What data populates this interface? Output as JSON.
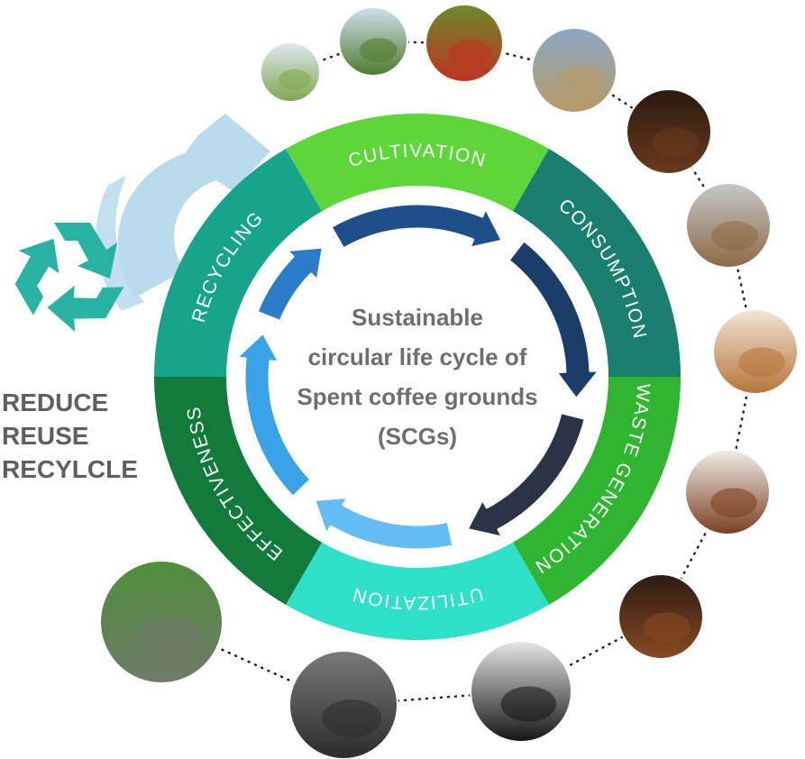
{
  "center_title_lines": [
    "Sustainable",
    "circular life cycle of",
    "Spent coffee grounds",
    "(SCGs)"
  ],
  "segments": [
    {
      "label": "CULTIVATION",
      "color": "#5ed63a"
    },
    {
      "label": "CONSUMPTION",
      "color": "#1a7f6f"
    },
    {
      "label": "WASTE GENERATION",
      "color": "#2fb52f"
    },
    {
      "label": "UTILIZATION",
      "color": "#2ee0c8"
    },
    {
      "label": "EFFECTIVENESS",
      "color": "#127a3a"
    },
    {
      "label": "RECYCLING",
      "color": "#16a58c"
    }
  ],
  "slogan_lines": [
    "REDUCE",
    "REUSE",
    "RECYLCLE"
  ],
  "colors": {
    "recycle_symbol": "#27b3a2",
    "big_arrow": "#b9d9ec",
    "text_gray": "#5f5f5f"
  },
  "photos": [
    {
      "icon": "tea-plantation-photo",
      "colors": [
        "#7ea64c",
        "#dfe9f0"
      ]
    },
    {
      "icon": "coffee-shrub-photo",
      "colors": [
        "#4f7a2a",
        "#cfe0ee"
      ]
    },
    {
      "icon": "coffee-cherries-photo",
      "colors": [
        "#c2321f",
        "#6a8a2c"
      ]
    },
    {
      "icon": "drying-beds-photo",
      "colors": [
        "#b89a62",
        "#8aa7c7"
      ]
    },
    {
      "icon": "ground-coffee-portafilter-photo",
      "colors": [
        "#6b3a1c",
        "#2a1a10"
      ]
    },
    {
      "icon": "espresso-machine-photo",
      "colors": [
        "#8c6a44",
        "#c7c7c7"
      ]
    },
    {
      "icon": "latte-art-photo",
      "colors": [
        "#b5743a",
        "#f2e6d6"
      ]
    },
    {
      "icon": "spent-coffee-puck-photo",
      "colors": [
        "#7a3e1f",
        "#f2eee9"
      ]
    },
    {
      "icon": "coffee-powder-spoon-photo",
      "colors": [
        "#8a4a22",
        "#2b1b12"
      ]
    },
    {
      "icon": "black-liquid-photo",
      "colors": [
        "#141414",
        "#e6e6e6"
      ]
    },
    {
      "icon": "carbon-material-photo",
      "colors": [
        "#2b2b2b",
        "#7a7a7a"
      ]
    },
    {
      "icon": "asphalt-road-photo",
      "colors": [
        "#6f7a6a",
        "#4f8f3a"
      ]
    }
  ]
}
